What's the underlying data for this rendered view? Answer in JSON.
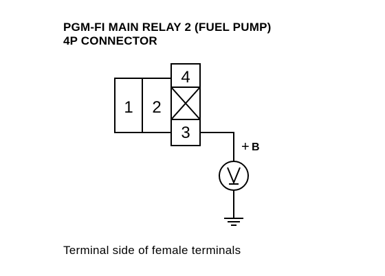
{
  "title": {
    "line1": "PGM-FI MAIN RELAY 2 (FUEL PUMP)",
    "line2": "4P CONNECTOR"
  },
  "connector": {
    "terminals": [
      "1",
      "2",
      "4",
      "3"
    ],
    "empty_cavity_icon": "x-cross-icon"
  },
  "circuit": {
    "supply_plus": "+",
    "supply_letter": "B",
    "meter_icon": "voltmeter-icon",
    "ground_icon": "ground-icon"
  },
  "caption": "Terminal side of female terminals"
}
